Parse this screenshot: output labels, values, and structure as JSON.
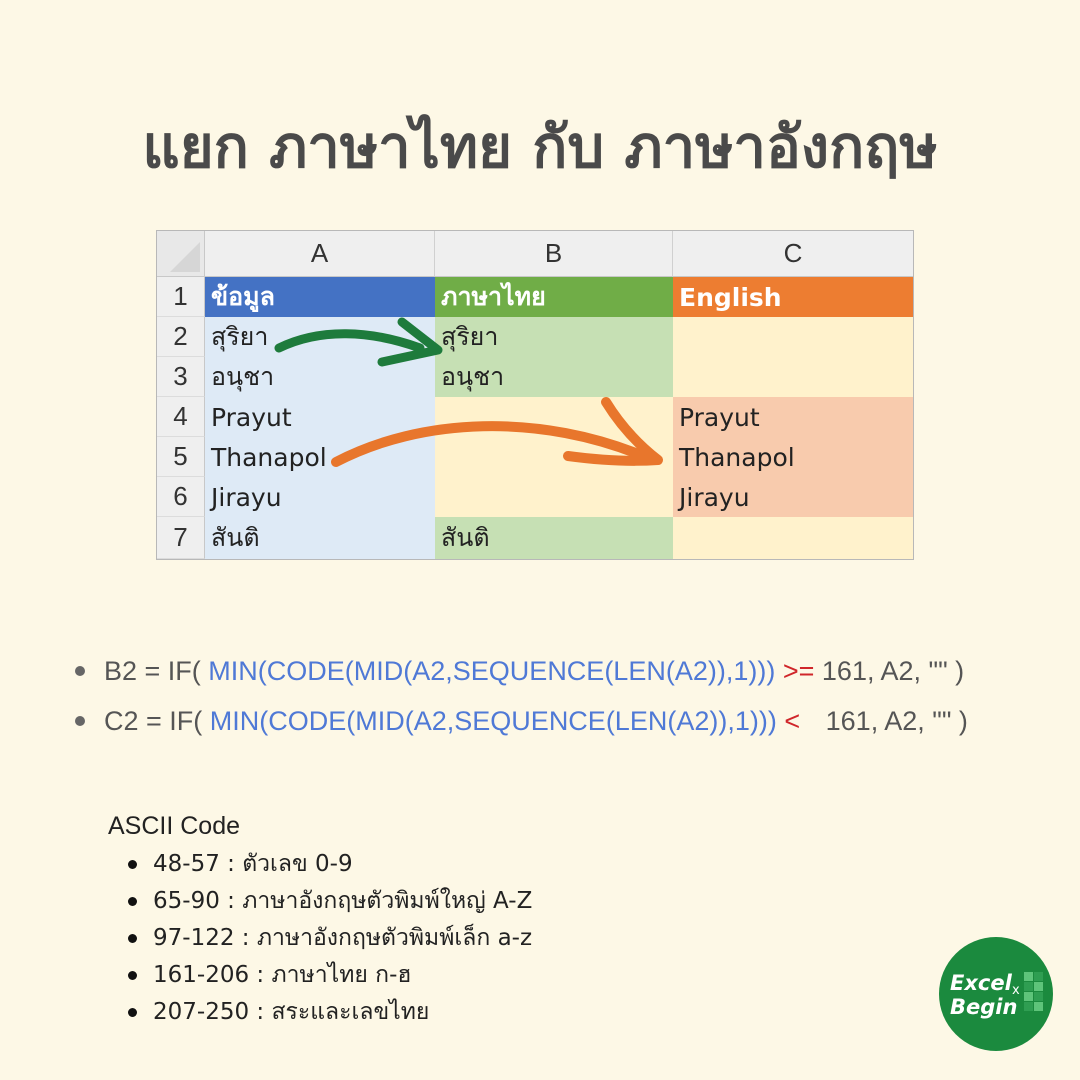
{
  "title": "แยก ภาษาไทย กับ ภาษาอังกฤษ",
  "colors": {
    "background": "#fdf8e6",
    "header_a": "#4472c4",
    "header_b": "#70ad47",
    "header_c": "#ed7d31",
    "fill_a": "#deeaf6",
    "fill_b": "#c6e0b4",
    "fill_c_empty": "#fff2cc",
    "fill_c": "#f8cbad",
    "arrow_green": "#1e7b3c",
    "arrow_orange": "#e8762c",
    "formula_blue": "#4f79d6",
    "formula_red": "#d0262a"
  },
  "spreadsheet": {
    "columns": [
      "A",
      "B",
      "C"
    ],
    "rows": [
      "1",
      "2",
      "3",
      "4",
      "5",
      "6",
      "7"
    ],
    "header": [
      "ข้อมูล",
      "ภาษาไทย",
      "English"
    ],
    "data": [
      [
        "สุริยา",
        "สุริยา",
        ""
      ],
      [
        "อนุชา",
        "อนุชา",
        ""
      ],
      [
        "Prayut",
        "",
        "Prayut"
      ],
      [
        "Thanapol",
        "",
        "Thanapol"
      ],
      [
        "Jirayu",
        "",
        "Jirayu"
      ],
      [
        "สันติ",
        "สันติ",
        ""
      ]
    ]
  },
  "formulas": [
    {
      "prefix": "B2 = IF(",
      "func": "MIN(CODE(MID(A2,SEQUENCE(LEN(A2)),1)))",
      "op": ">=",
      "suffix": "161, A2, \"\" )"
    },
    {
      "prefix": "C2 = IF(",
      "func": "MIN(CODE(MID(A2,SEQUENCE(LEN(A2)),1)))",
      "op": "<",
      "suffix": "161, A2, \"\" )"
    }
  ],
  "ascii": {
    "title": "ASCII Code",
    "items": [
      "48-57 : ตัวเลข 0-9",
      "65-90 : ภาษาอังกฤษตัวพิมพ์ใหญ่ A-Z",
      "97-122 : ภาษาอังกฤษตัวพิมพ์เล็ก a-z",
      "161-206 : ภาษาไทย ก-ฮ",
      "207-250 : สระและเลขไทย"
    ]
  },
  "logo": {
    "line1": "Excel",
    "line2": "Begin",
    "mark": "x",
    "color": "#1b8a3e",
    "icon": "excel-grid-icon"
  }
}
